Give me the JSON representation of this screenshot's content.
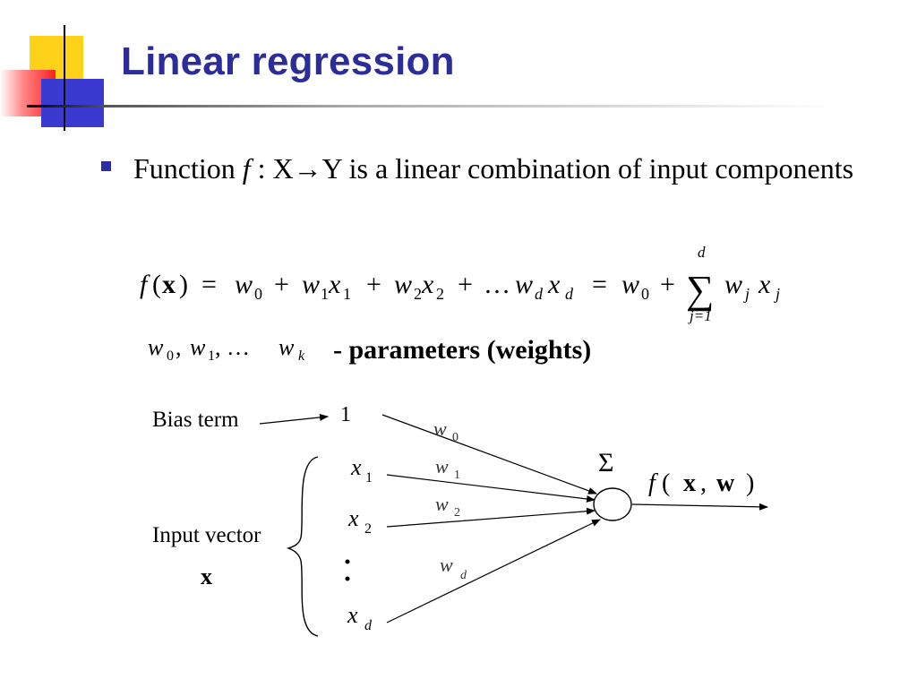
{
  "slide": {
    "title": "Linear regression",
    "bullet": "Function f : X→Y is a linear combination of input components"
  },
  "equation": {
    "lhs": "f(x) = w₀ + w₁x₁ + w₂x₂ + …w_d x_d = w₀ +",
    "sum_upper": "d",
    "sum_lower": "j=1",
    "sum_term": "w_j x_j"
  },
  "parameters": {
    "symbols": "w₀ , w₁ , … w_k",
    "label": "- parameters (weights)"
  },
  "diagram": {
    "bias_term_label": "Bias term",
    "bias_value": "1",
    "input_vector_label": "Input vector",
    "input_vector_symbol": "x",
    "sum_symbol": "Σ",
    "output_label": "f (x, w)",
    "colors": {
      "accent_blue": "#2d2d9a",
      "yellow": "#ffd21a",
      "red": "#ff1e1e"
    }
  }
}
